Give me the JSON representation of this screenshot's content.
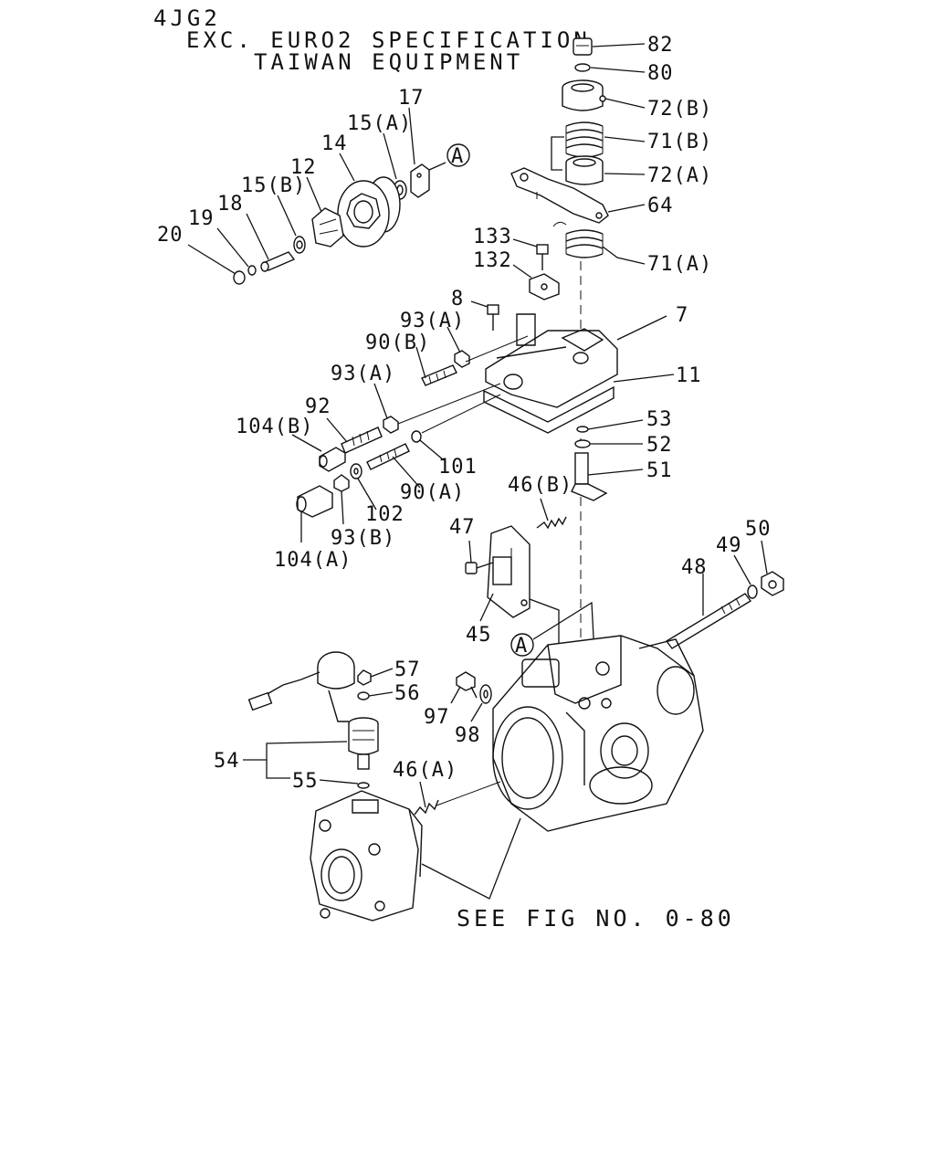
{
  "header": {
    "model": "4JG2",
    "spec_line1": "EXC. EURO2 SPECIFICATION",
    "spec_line2": "TAIWAN EQUIPMENT"
  },
  "footer": {
    "see_fig": "SEE FIG NO. 0-80"
  },
  "refs": {
    "a_upper": "A",
    "a_lower": "A"
  },
  "callouts": {
    "c82": "82",
    "c80": "80",
    "c72b": "72(B)",
    "c71b": "71(B)",
    "c72a": "72(A)",
    "c64": "64",
    "c71a": "71(A)",
    "c17": "17",
    "c15a": "15(A)",
    "c14": "14",
    "c12": "12",
    "c15b": "15(B)",
    "c18": "18",
    "c19": "19",
    "c20": "20",
    "c133": "133",
    "c132": "132",
    "c8": "8",
    "c93a1": "93(A)",
    "c7": "7",
    "c90b": "90(B)",
    "c11": "11",
    "c93a2": "93(A)",
    "c92": "92",
    "c104b": "104(B)",
    "c53": "53",
    "c52": "52",
    "c101": "101",
    "c51": "51",
    "c90a": "90(A)",
    "c102": "102",
    "c46b": "46(B)",
    "c93b": "93(B)",
    "c104a": "104(A)",
    "c47": "47",
    "c50": "50",
    "c49": "49",
    "c48": "48",
    "c45": "45",
    "c57": "57",
    "c56": "56",
    "c97": "97",
    "c98": "98",
    "c54": "54",
    "c55": "55",
    "c46a": "46(A)"
  }
}
